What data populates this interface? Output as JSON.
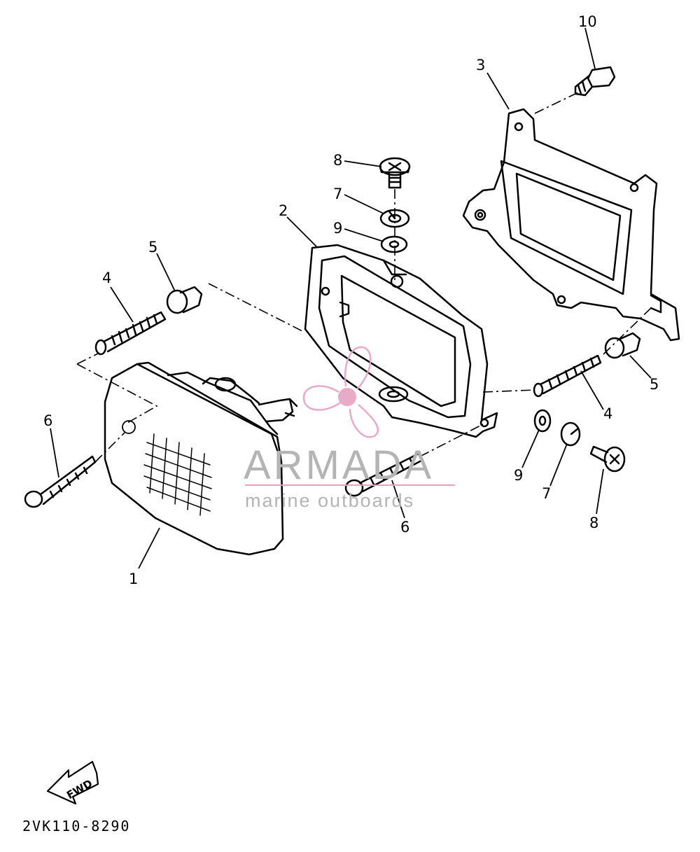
{
  "diagram": {
    "callouts": [
      {
        "id": "c10",
        "text": "10"
      },
      {
        "id": "c3",
        "text": "3"
      },
      {
        "id": "c8a",
        "text": "8"
      },
      {
        "id": "c7a",
        "text": "7"
      },
      {
        "id": "c9a",
        "text": "9"
      },
      {
        "id": "c2",
        "text": "2"
      },
      {
        "id": "c5a",
        "text": "5"
      },
      {
        "id": "c4a",
        "text": "4"
      },
      {
        "id": "c6a",
        "text": "6"
      },
      {
        "id": "c5b",
        "text": "5"
      },
      {
        "id": "c4b",
        "text": "4"
      },
      {
        "id": "c9b",
        "text": "9"
      },
      {
        "id": "c7b",
        "text": "7"
      },
      {
        "id": "c8b",
        "text": "8"
      },
      {
        "id": "c6b",
        "text": "6"
      },
      {
        "id": "c1",
        "text": "1"
      }
    ],
    "direction_arrow": "FWD",
    "drawing_code": "2VK110-8290"
  },
  "watermark": {
    "title": "ARMADA",
    "subtitle": "marine outboards",
    "color": "#e7a1c0"
  },
  "colors": {
    "line": "#000000",
    "background": "#ffffff"
  }
}
